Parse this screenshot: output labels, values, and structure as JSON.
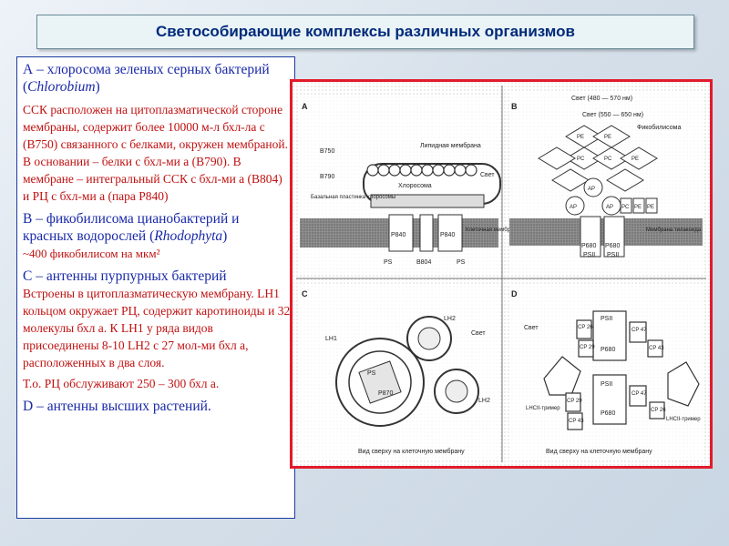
{
  "title": "Светособирающие комплексы  различных организмов",
  "text": {
    "a_heading": "А – хлоросома зеленых серных бактерий (",
    "a_italic": "Chlorobium",
    "a_close": ")",
    "a_body": "ССК расположен на цитоплазматической стороне мембраны, содержит более 10000 м-л бхл-ла с (В750) связанного с белками, окружен мембраной.   В основании – белки с бхл-ми а (В790). В мембране – интегральный ССК с бхл-ми а (В804) и РЦ с бхл-ми а (пара Р840)",
    "b_heading": "В – фикобилисома цианобактерий и красных водорослей (",
    "b_italic": "Rhodophyta",
    "b_close": ")",
    "b_note": "~400 фикобилисом на мкм²",
    "c_heading": "С – антенны пурпурных бактерий",
    "c_body": "Встроены в цитоплазматическую мембрану. LH1 кольцом окружает РЦ, содержит каротиноиды и 32 молекулы бхл а. К LH1 у ряда видов присоединены 8-10 LH2 с 27 мол-ми бхл а, расположенных в два слоя.",
    "c_tail": "Т.о. РЦ обслуживают 250 – 300 бхл а.",
    "d_heading": "D – антенны высших растений."
  },
  "figure": {
    "panel_a": {
      "letter": "A",
      "labels": [
        "B750",
        "Липидная мембрана",
        "Свет",
        "B790",
        "Хлоросома",
        "Базальная пластинка хлоросомы",
        "P840",
        "P840",
        "Клеточная мембрана",
        "PS",
        "B804",
        "PS"
      ]
    },
    "panel_b": {
      "letter": "B",
      "labels": [
        "Свет (480 — 570 нм)",
        "Свет (550 — 650 нм)",
        "Фикобилисома",
        "PE",
        "PE",
        "PC",
        "PC",
        "PE",
        "AP",
        "AP",
        "AP",
        "PC",
        "PE",
        "PE",
        "P680",
        "PSII",
        "P680",
        "PSII",
        "Мембрана тилакоида"
      ]
    },
    "panel_c": {
      "letter": "C",
      "labels": [
        "LH2",
        "Свет",
        "LH1",
        "PS",
        "P870",
        "LH2",
        "Вид сверху на клеточную мембрану"
      ]
    },
    "panel_d": {
      "letter": "D",
      "labels": [
        "PSII",
        "Свет",
        "CP 26",
        "CP 29",
        "CP 47",
        "CP 43",
        "P680",
        "PSII",
        "CP 29",
        "CP 43",
        "CP 47",
        "CP 26",
        "P680",
        "LHCII-тример",
        "LHCII-тример",
        "Вид сверху на клеточную мембрану"
      ]
    }
  }
}
